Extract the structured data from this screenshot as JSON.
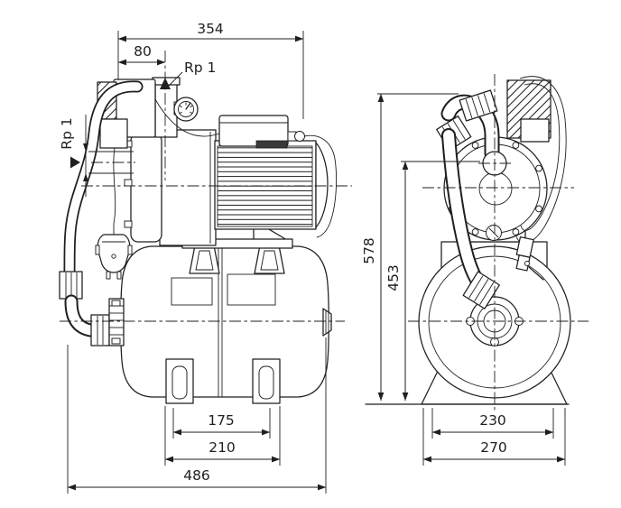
{
  "drawing": {
    "subject": "booster pump set with horizontal pressure tank, two orthographic views",
    "ink_color": "#1f1f1f",
    "background_color": "#ffffff"
  },
  "dims": {
    "overall_width": "354",
    "port_offset": "80",
    "discharge_port": "Rp 1",
    "suction_port": "Rp 1",
    "foot_spacing": "175",
    "foot_width": "210",
    "overall_length": "486",
    "overall_height": "578",
    "port_height": "453",
    "base_inner": "230",
    "base_outer": "270"
  }
}
